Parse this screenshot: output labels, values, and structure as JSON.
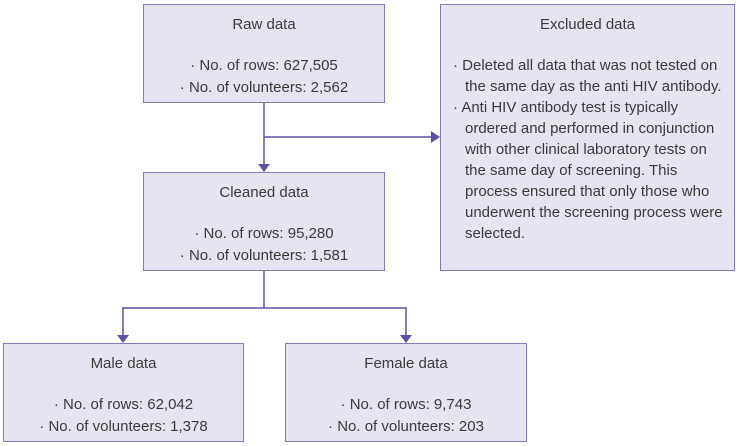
{
  "diagram": {
    "description": "Data cleaning flowchart",
    "colors": {
      "box_fill": "#e7e4f1",
      "box_border": "#837ab8",
      "arrow": "#5b51a5",
      "text": "#3a3a3a"
    }
  },
  "boxes": {
    "raw": {
      "title": "Raw data",
      "bullets": [
        "· No. of rows: 627,505",
        "· No. of volunteers: 2,562"
      ]
    },
    "excluded": {
      "title": "Excluded data",
      "bullets": [
        "· Deleted all data that was not tested on the same day as the anti HIV antibody.",
        "· Anti HIV antibody test is typically ordered and performed in conjunction with other clinical laboratory tests on the same day of screening. This process ensured that only those who underwent the screening process were selected."
      ]
    },
    "cleaned": {
      "title": "Cleaned data",
      "bullets": [
        "· No. of rows: 95,280",
        "· No. of volunteers: 1,581"
      ]
    },
    "male": {
      "title": "Male data",
      "bullets": [
        "· No. of rows: 62,042",
        "· No. of volunteers: 1,378"
      ]
    },
    "female": {
      "title": "Female data",
      "bullets": [
        "· No. of rows: 9,743",
        "· No. of volunteers: 203"
      ]
    }
  }
}
